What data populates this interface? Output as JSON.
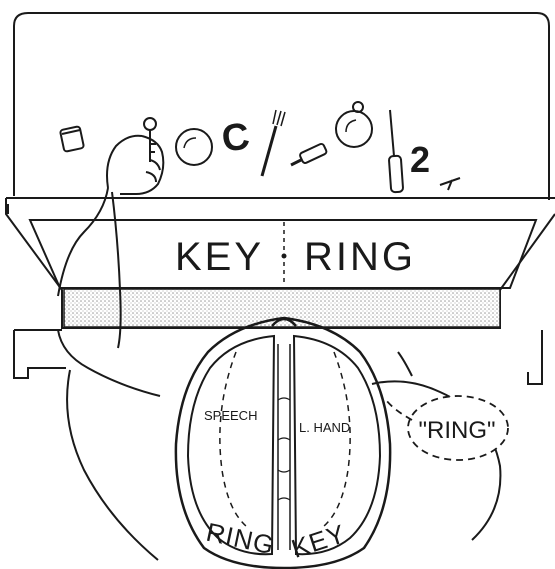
{
  "screen": {
    "left_word": "KEY",
    "right_word": "RING"
  },
  "brain": {
    "left_label": "SPEECH",
    "right_label": "L. HAND",
    "left_percept": "RING",
    "right_percept": "KEY"
  },
  "speech_bubble": {
    "text": "\"RING\""
  },
  "table_items": {
    "letter_c": "C",
    "digit_2": "2"
  },
  "colors": {
    "ink": "#1a1a1a",
    "paper": "#ffffff",
    "screen_shade": "#dcdcdc"
  }
}
